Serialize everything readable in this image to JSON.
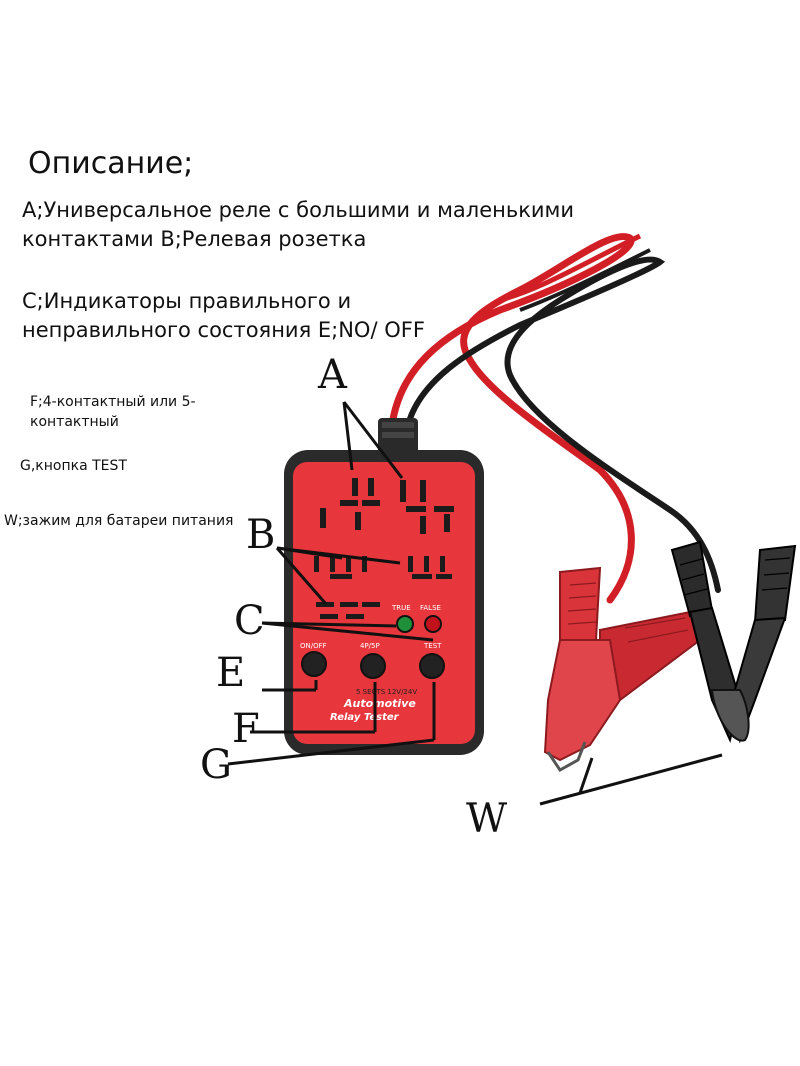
{
  "description": {
    "title": "Описание;",
    "item_a": "A;Универсальное реле с большими и маленькими контактами B;Релевая розетка",
    "item_c": "C;Индикаторы правильного и неправильного состояния E;NO/ OFF",
    "item_f": "F;4-контактный или 5-контактный",
    "item_g": "G,кнопка TEST",
    "item_w": "W;зажим для батареи питания"
  },
  "callouts": {
    "a": "A",
    "b": "B",
    "c": "C",
    "e": "E",
    "f": "F",
    "g": "G",
    "w": "W"
  },
  "device": {
    "led_true_label": "TRUE",
    "led_false_label": "FALSE",
    "btn_onoff_label": "ON/OFF",
    "btn_4p5p_label": "4P/5P",
    "btn_test_label": "TEST",
    "spec_text": "5 SECTS 12V/24V",
    "brand_line1": "Automotive",
    "brand_line2": "Relay Tester",
    "body_color": "#e8363d",
    "shell_color": "#2a2a2a",
    "led_true_color": "#1f8f3a",
    "led_false_color": "#c2121b"
  },
  "clamps": {
    "red_clamp_color": "#d8343a",
    "black_clamp_color": "#2b2b2b",
    "red_wire_color": "#d21f26",
    "black_wire_color": "#1a1a1a"
  }
}
